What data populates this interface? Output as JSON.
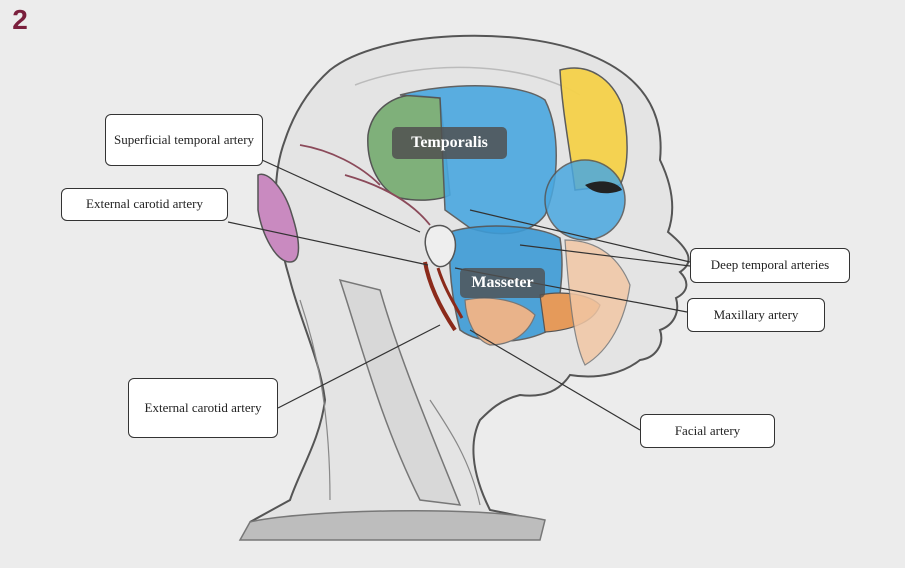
{
  "figure_number": "2",
  "muscles": {
    "temporalis": "Temporalis",
    "masseter": "Masseter"
  },
  "labels": {
    "superficial_temporal_artery": "Superficial temporal artery",
    "external_carotid_artery_upper": "External carotid artery",
    "external_carotid_artery_lower": "External carotid artery",
    "deep_temporal_arteries": "Deep temporal arteries",
    "maxillary_artery": "Maxillary artery",
    "facial_artery": "Facial artery"
  },
  "colors": {
    "temporalis_blue": "#4aa8e0",
    "temporalis_green": "#7fb07a",
    "frontal_yellow": "#f5d24a",
    "occipital_purple": "#c98ac0",
    "masseter_blue": "#3d9bd6",
    "artery_red": "#8b2a1a",
    "skin_gray": "#e4e4e4",
    "badge_text": "#7a1f3c"
  }
}
